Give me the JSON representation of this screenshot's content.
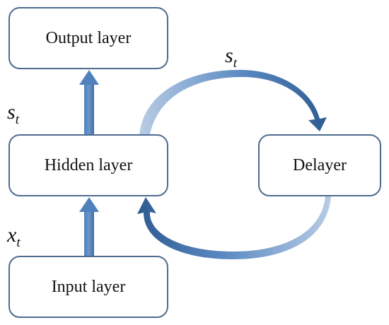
{
  "nodes": {
    "output": "Output layer",
    "hidden": "Hidden layer",
    "delayer": "Delayer",
    "input": "Input layer"
  },
  "labels": {
    "st_left": {
      "base": "s",
      "sub": "t"
    },
    "st_top": {
      "base": "s",
      "sub": "t"
    },
    "xt": {
      "base": "x",
      "sub": "t"
    }
  },
  "colors": {
    "arrow_dark": "#2e5c91",
    "arrow_mid": "#4f81bd",
    "arrow_light": "#b8cce4",
    "border": "#4f6b8f"
  }
}
